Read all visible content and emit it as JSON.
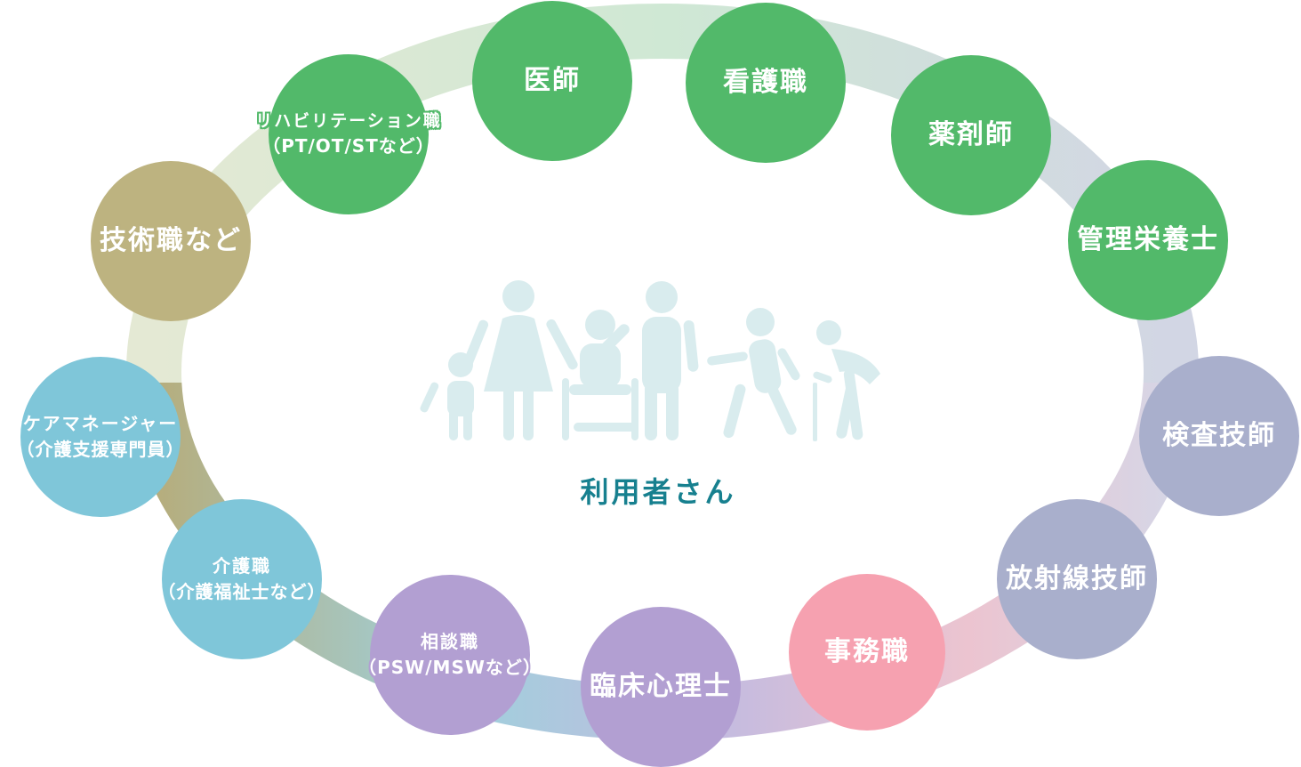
{
  "center": {
    "label": "利用者さん",
    "label_color": "#17808f",
    "icon": "people-family-group-icon",
    "icon_color": "#d9ecee"
  },
  "nodes": [
    {
      "id": "doctor",
      "label": "医師",
      "color": "#52b96a"
    },
    {
      "id": "nurse",
      "label": "看護職",
      "color": "#52b96a"
    },
    {
      "id": "pharmacist",
      "label": "薬剤師",
      "color": "#52b96a"
    },
    {
      "id": "dietitian",
      "label": "管理栄養士",
      "color": "#52b96a"
    },
    {
      "id": "lab-technician",
      "label": "検査技師",
      "color": "#a9afcc"
    },
    {
      "id": "radiology-technician",
      "label": "放射線技師",
      "color": "#a9afcc"
    },
    {
      "id": "clerical",
      "label": "事務職",
      "color": "#f6a1b0"
    },
    {
      "id": "clinical-psychologist",
      "label": "臨床心理士",
      "color": "#b29fd2"
    },
    {
      "id": "social-worker",
      "label": "相談職",
      "sub": "（PSW/MSWなど）",
      "color": "#b29fd2"
    },
    {
      "id": "care-worker",
      "label": "介護職",
      "sub": "（介護福祉士など）",
      "color": "#7fc6d9"
    },
    {
      "id": "care-manager",
      "label": "ケアマネージャー",
      "sub": "（介護支援専門員）",
      "color": "#7fc6d9"
    },
    {
      "id": "technical-staff",
      "label": "技術職など",
      "color": "#bdb380"
    },
    {
      "id": "rehabilitation",
      "label": "リハビリテーション職",
      "sub": "（PT/OT/STなど）",
      "color": "#52b96a"
    }
  ]
}
